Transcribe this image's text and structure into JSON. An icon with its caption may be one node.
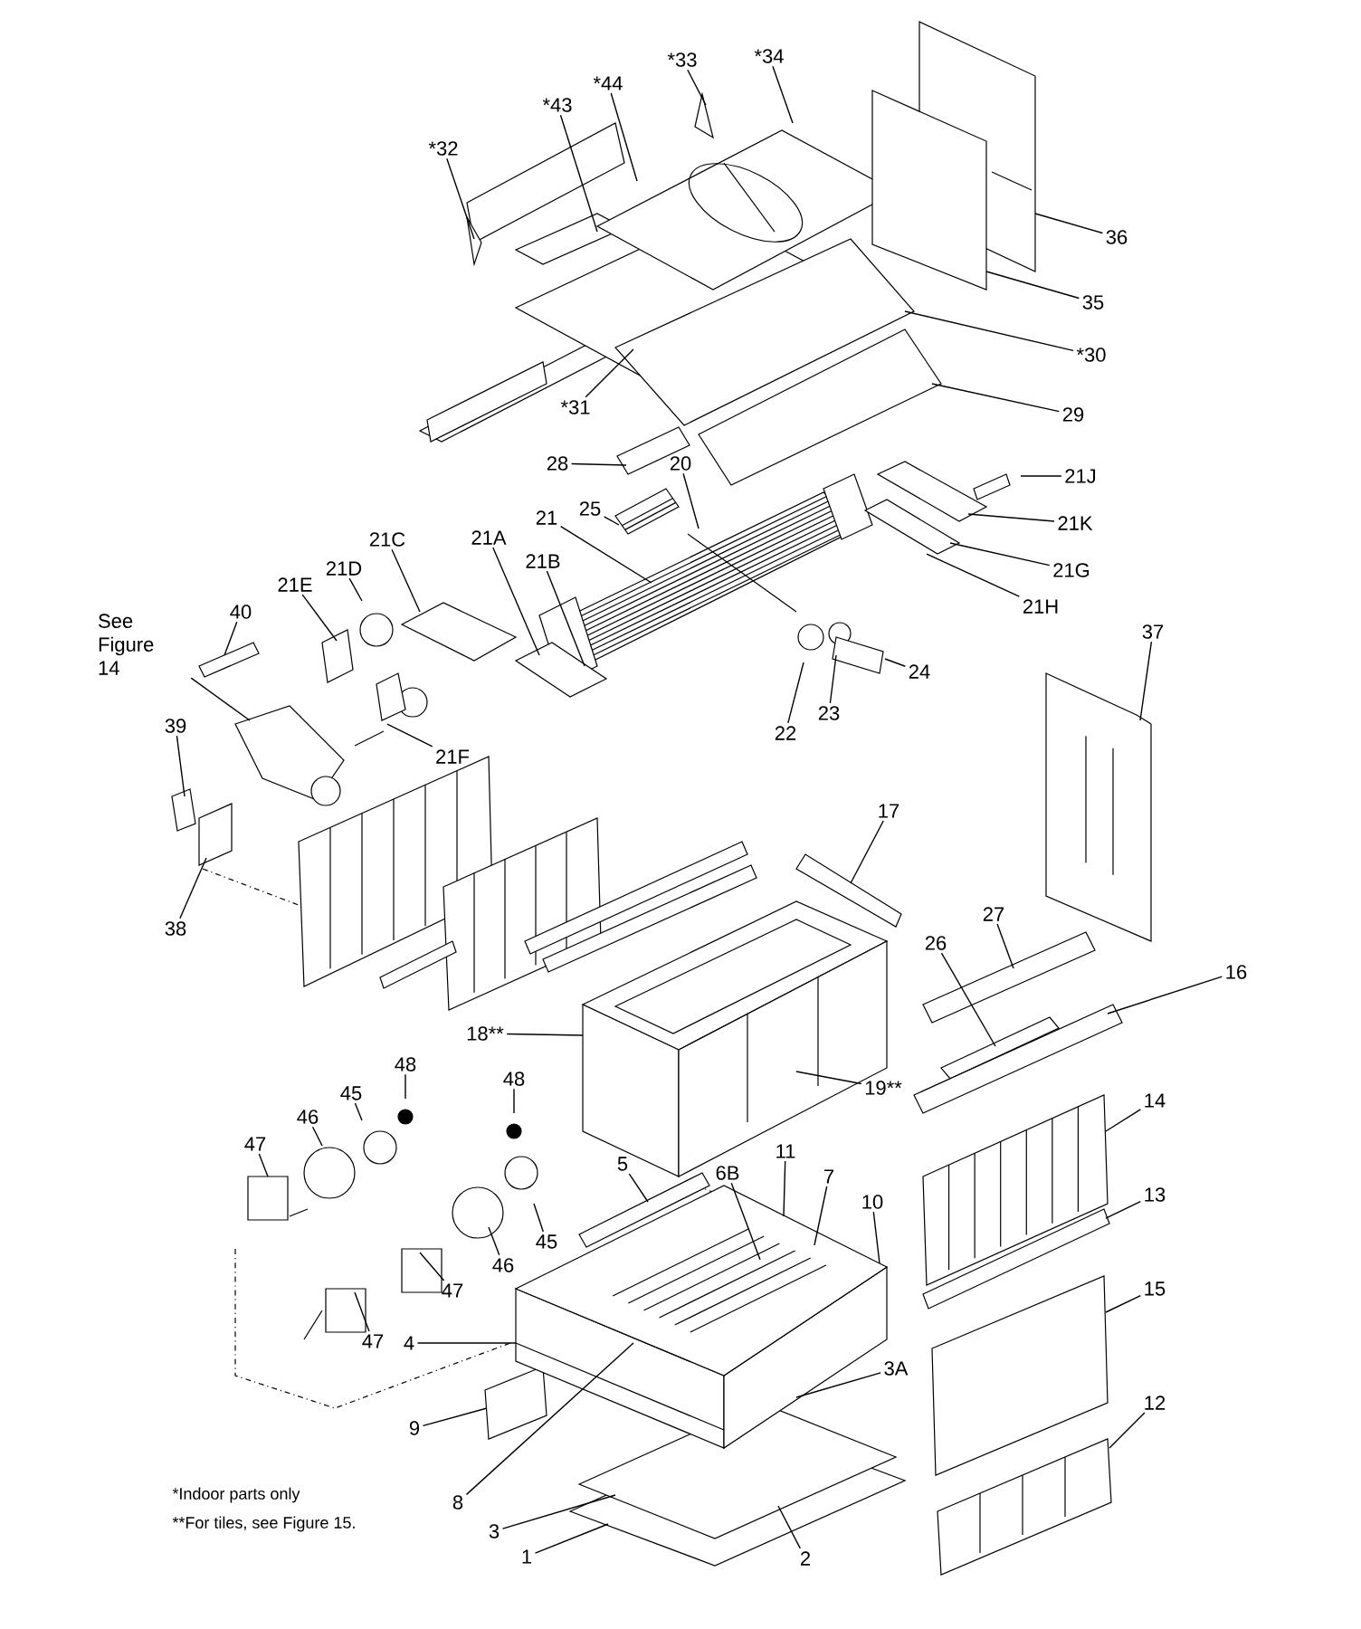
{
  "diagram": {
    "nodes": [
      {
        "text": [
          "*32"
        ]
      },
      {
        "text": [
          "*43"
        ]
      },
      {
        "text": [
          "*44"
        ]
      },
      {
        "text": [
          "*33"
        ]
      },
      {
        "text": [
          "*34"
        ]
      },
      {
        "text": [
          "36"
        ]
      },
      {
        "text": [
          "35"
        ]
      },
      {
        "text": [
          "*30"
        ]
      },
      {
        "text": [
          "*31"
        ]
      },
      {
        "text": [
          "29"
        ]
      },
      {
        "text": [
          "28"
        ]
      },
      {
        "text": [
          "25"
        ]
      },
      {
        "text": [
          "20"
        ]
      },
      {
        "text": [
          "21J"
        ]
      },
      {
        "text": [
          "21K"
        ]
      },
      {
        "text": [
          "21G"
        ]
      },
      {
        "text": [
          "21H"
        ]
      },
      {
        "text": [
          "21"
        ]
      },
      {
        "text": [
          "21C"
        ]
      },
      {
        "text": [
          "21A"
        ]
      },
      {
        "text": [
          "21D"
        ]
      },
      {
        "text": [
          "21B"
        ]
      },
      {
        "text": [
          "21E"
        ]
      },
      {
        "text": [
          "40"
        ]
      },
      {
        "text": [
          "24"
        ]
      },
      {
        "text": [
          "37"
        ]
      },
      {
        "text": [
          "See Figure 14"
        ]
      },
      {
        "text": [
          "22"
        ]
      },
      {
        "text": [
          "23"
        ]
      },
      {
        "text": [
          "21F"
        ]
      },
      {
        "text": [
          "39"
        ]
      },
      {
        "text": [
          "17"
        ]
      },
      {
        "text": [
          "38"
        ]
      },
      {
        "text": [
          "27"
        ]
      },
      {
        "text": [
          "26"
        ]
      },
      {
        "text": [
          "18**"
        ]
      },
      {
        "text": [
          "19**"
        ]
      },
      {
        "text": [
          "16"
        ]
      },
      {
        "text": [
          "48"
        ]
      },
      {
        "text": [
          "48"
        ]
      },
      {
        "text": [
          "45"
        ]
      },
      {
        "text": [
          "45"
        ]
      },
      {
        "text": [
          "46"
        ]
      },
      {
        "text": [
          "46"
        ]
      },
      {
        "text": [
          "47"
        ]
      },
      {
        "text": [
          "47"
        ]
      },
      {
        "text": [
          "47"
        ]
      },
      {
        "text": [
          "5"
        ]
      },
      {
        "text": [
          "6B"
        ]
      },
      {
        "text": [
          "11"
        ]
      },
      {
        "text": [
          "7"
        ]
      },
      {
        "text": [
          "10"
        ]
      },
      {
        "text": [
          "14"
        ]
      },
      {
        "text": [
          "13"
        ]
      },
      {
        "text": [
          "3A"
        ]
      },
      {
        "text": [
          "4"
        ]
      },
      {
        "text": [
          "15"
        ]
      },
      {
        "text": [
          "9"
        ]
      },
      {
        "text": [
          "8"
        ]
      },
      {
        "text": [
          "12"
        ]
      },
      {
        "text": [
          "3"
        ]
      },
      {
        "text": [
          "1"
        ]
      },
      {
        "text": [
          "2"
        ]
      }
    ],
    "edges": [
      {
        "from": 0,
        "to": null,
        "arrow": "none"
      },
      {
        "from": 1,
        "to": null,
        "arrow": "none"
      },
      {
        "from": 2,
        "to": null,
        "arrow": "none"
      },
      {
        "from": 3,
        "to": null,
        "arrow": "none"
      },
      {
        "from": 4,
        "to": null,
        "arrow": "none"
      },
      {
        "from": 5,
        "to": null,
        "arrow": "none"
      },
      {
        "from": 6,
        "to": null,
        "arrow": "none"
      },
      {
        "from": 7,
        "to": null,
        "arrow": "none"
      },
      {
        "from": 8,
        "to": null,
        "arrow": "none"
      },
      {
        "from": 9,
        "to": null,
        "arrow": "none"
      },
      {
        "from": 10,
        "to": null,
        "arrow": "none"
      },
      {
        "from": 11,
        "to": null,
        "arrow": "none"
      },
      {
        "from": 12,
        "to": null,
        "arrow": "none"
      },
      {
        "from": 13,
        "to": null,
        "arrow": "none"
      },
      {
        "from": 14,
        "to": null,
        "arrow": "none"
      },
      {
        "from": 15,
        "to": null,
        "arrow": "none"
      },
      {
        "from": 16,
        "to": null,
        "arrow": "none"
      },
      {
        "from": 17,
        "to": null,
        "arrow": "none"
      },
      {
        "from": 18,
        "to": null,
        "arrow": "none"
      },
      {
        "from": 19,
        "to": null,
        "arrow": "none"
      },
      {
        "from": 20,
        "to": null,
        "arrow": "none"
      },
      {
        "from": 21,
        "to": null,
        "arrow": "none"
      },
      {
        "from": 22,
        "to": null,
        "arrow": "none"
      },
      {
        "from": 23,
        "to": null,
        "arrow": "none"
      },
      {
        "from": 24,
        "to": null,
        "arrow": "none"
      },
      {
        "from": 25,
        "to": null,
        "arrow": "none"
      },
      {
        "from": 26,
        "to": null,
        "arrow": "none"
      },
      {
        "from": 27,
        "to": null,
        "arrow": "none"
      },
      {
        "from": 28,
        "to": null,
        "arrow": "none"
      },
      {
        "from": 29,
        "to": null,
        "arrow": "none"
      },
      {
        "from": 30,
        "to": null,
        "arrow": "none"
      },
      {
        "from": 31,
        "to": null,
        "arrow": "none"
      },
      {
        "from": 32,
        "to": null,
        "arrow": "none"
      },
      {
        "from": 33,
        "to": null,
        "arrow": "none"
      },
      {
        "from": 34,
        "to": null,
        "arrow": "none"
      },
      {
        "from": 35,
        "to": null,
        "arrow": "none"
      },
      {
        "from": 36,
        "to": null,
        "arrow": "none"
      },
      {
        "from": 37,
        "to": null,
        "arrow": "none"
      },
      {
        "from": 38,
        "to": null,
        "arrow": "none"
      },
      {
        "from": 39,
        "to": null,
        "arrow": "none"
      },
      {
        "from": 40,
        "to": null,
        "arrow": "none"
      },
      {
        "from": 41,
        "to": null,
        "arrow": "none"
      },
      {
        "from": 42,
        "to": null,
        "arrow": "none"
      },
      {
        "from": 43,
        "to": null,
        "arrow": "none"
      },
      {
        "from": 44,
        "to": null,
        "arrow": "none"
      },
      {
        "from": 45,
        "to": null,
        "arrow": "none"
      },
      {
        "from": 46,
        "to": null,
        "arrow": "none"
      },
      {
        "from": 47,
        "to": null,
        "arrow": "none"
      },
      {
        "from": 48,
        "to": null,
        "arrow": "none"
      },
      {
        "from": 49,
        "to": null,
        "arrow": "none"
      },
      {
        "from": 50,
        "to": null,
        "arrow": "none"
      },
      {
        "from": 51,
        "to": null,
        "arrow": "none"
      },
      {
        "from": 52,
        "to": null,
        "arrow": "none"
      },
      {
        "from": 53,
        "to": null,
        "arrow": "none"
      },
      {
        "from": 54,
        "to": null,
        "arrow": "none"
      },
      {
        "from": 55,
        "to": null,
        "arrow": "none"
      },
      {
        "from": 56,
        "to": null,
        "arrow": "none"
      },
      {
        "from": 57,
        "to": null,
        "arrow": "none"
      },
      {
        "from": 58,
        "to": null,
        "arrow": "none"
      },
      {
        "from": 59,
        "to": null,
        "arrow": "none"
      },
      {
        "from": 60,
        "to": null,
        "arrow": "none"
      },
      {
        "from": 61,
        "to": null,
        "arrow": "none"
      },
      {
        "from": 62,
        "to": null,
        "arrow": "none"
      }
    ],
    "labels": [
      "*Indoor parts only",
      "**For tiles, see Figure 15."
    ]
  }
}
